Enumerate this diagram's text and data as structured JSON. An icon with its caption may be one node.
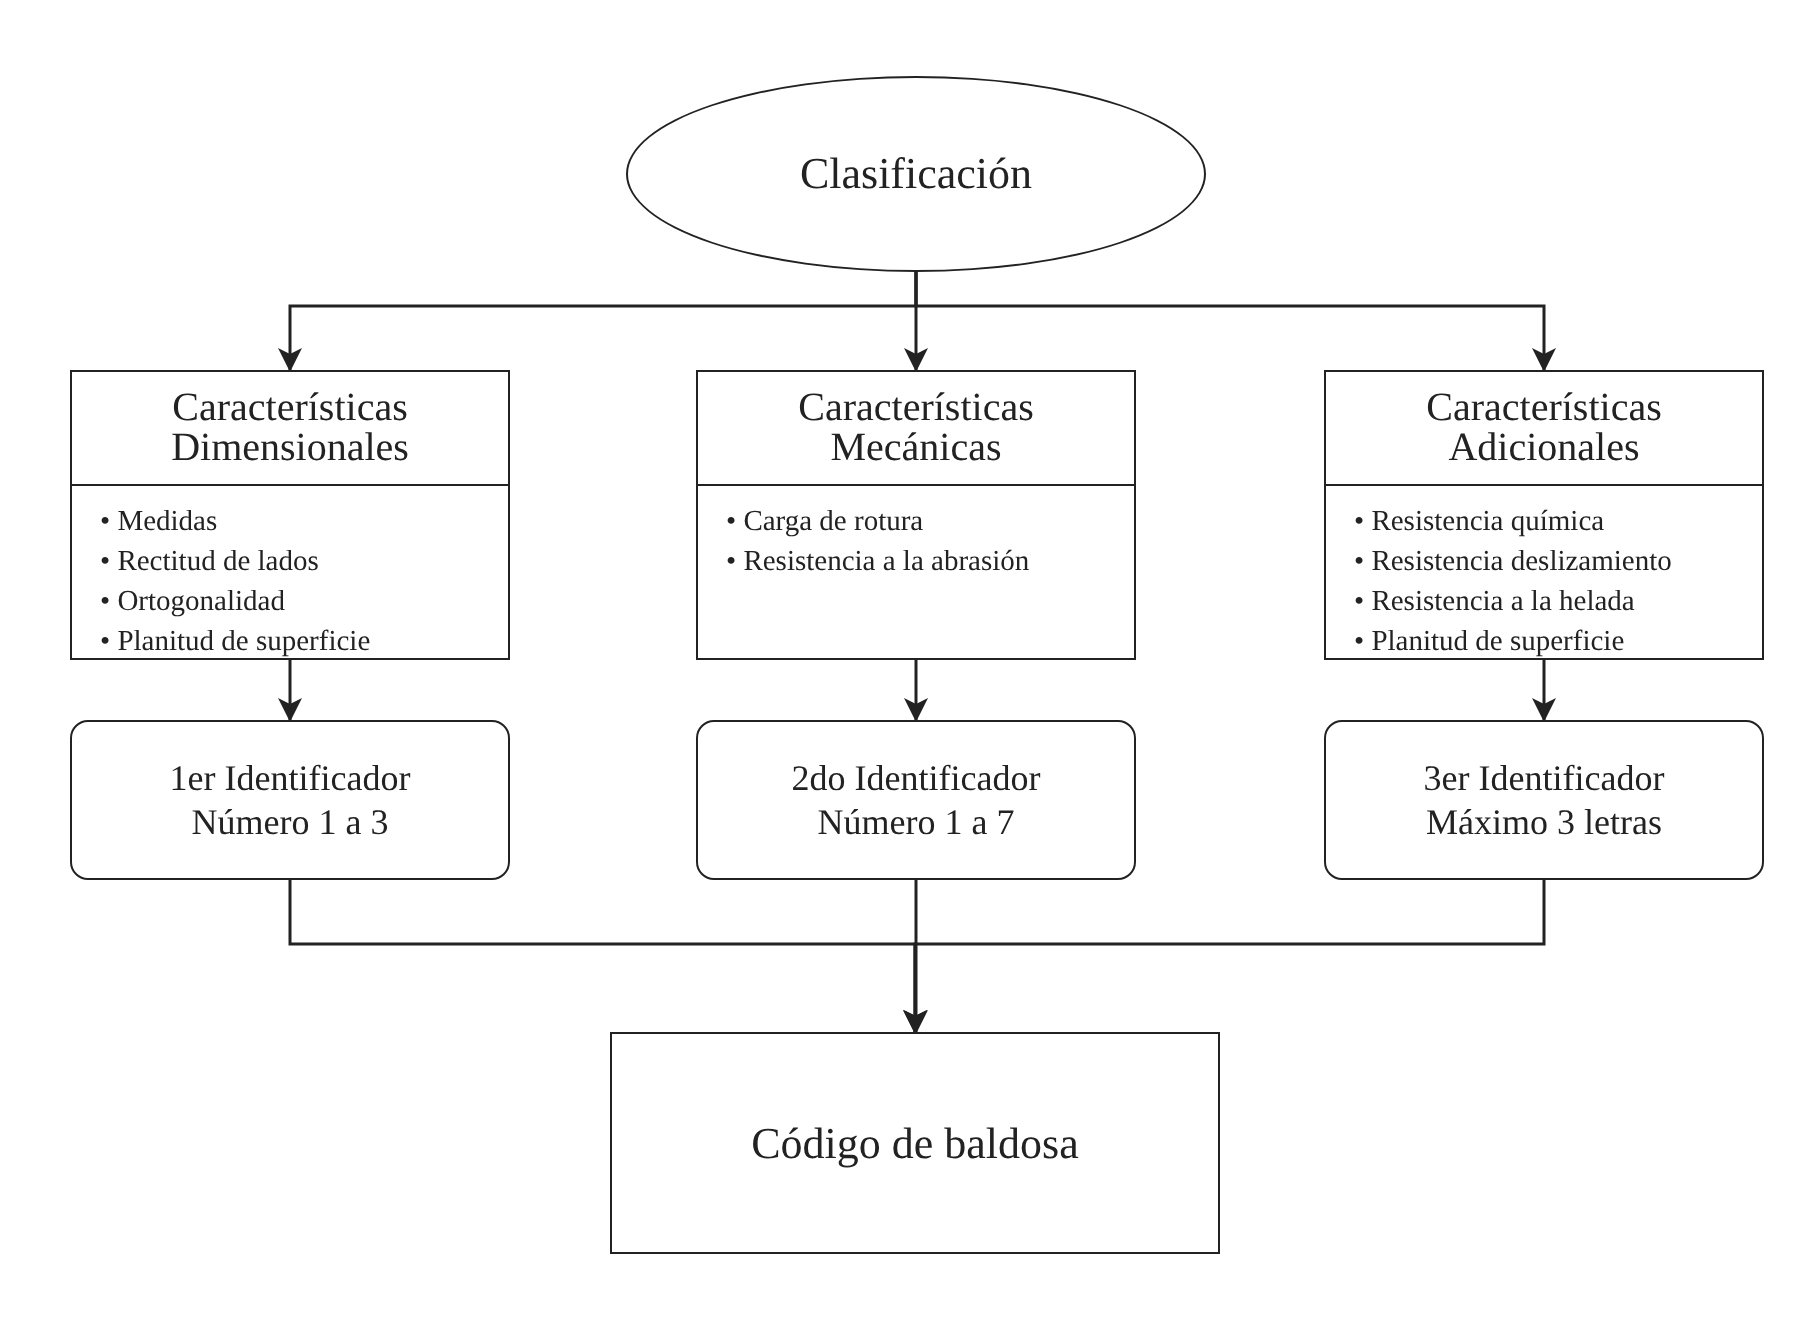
{
  "diagram": {
    "nodes": [
      {
        "text": [
          "Clasificación"
        ]
      },
      {
        "text": [
          "Características Dimensionales",
          "• Medidas",
          "• Rectitud de lados",
          "• Ortogonalidad",
          "• Planitud de superficie"
        ]
      },
      {
        "text": [
          "Características Mecánicas",
          "• Carga de rotura",
          "• Resistencia a la abrasión"
        ]
      },
      {
        "text": [
          "Características Adicionales",
          "• Resistencia química",
          "• Resistencia deslizamiento",
          "• Resistencia a la helada",
          "• Planitud de superficie"
        ]
      },
      {
        "text": [
          "1er Identificador",
          "Número 1 a 3"
        ]
      },
      {
        "text": [
          "2do Identificador",
          "Número 1 a 7"
        ]
      },
      {
        "text": [
          "3er Identificador",
          "Máximo 3 letras"
        ]
      },
      {
        "text": [
          "Código de baldosa"
        ]
      }
    ],
    "edges": [
      {
        "from": 0,
        "to": 1,
        "arrow": "to"
      },
      {
        "from": 0,
        "to": 2,
        "arrow": "to"
      },
      {
        "from": 0,
        "to": 3,
        "arrow": "to"
      },
      {
        "from": 1,
        "to": 4,
        "arrow": "to"
      },
      {
        "from": 2,
        "to": 5,
        "arrow": "to"
      },
      {
        "from": 3,
        "to": 6,
        "arrow": "to"
      },
      {
        "from": 4,
        "to": 7,
        "arrow": "to"
      },
      {
        "from": 5,
        "to": 7,
        "arrow": "to"
      },
      {
        "from": 6,
        "to": 7,
        "arrow": "to"
      }
    ]
  }
}
